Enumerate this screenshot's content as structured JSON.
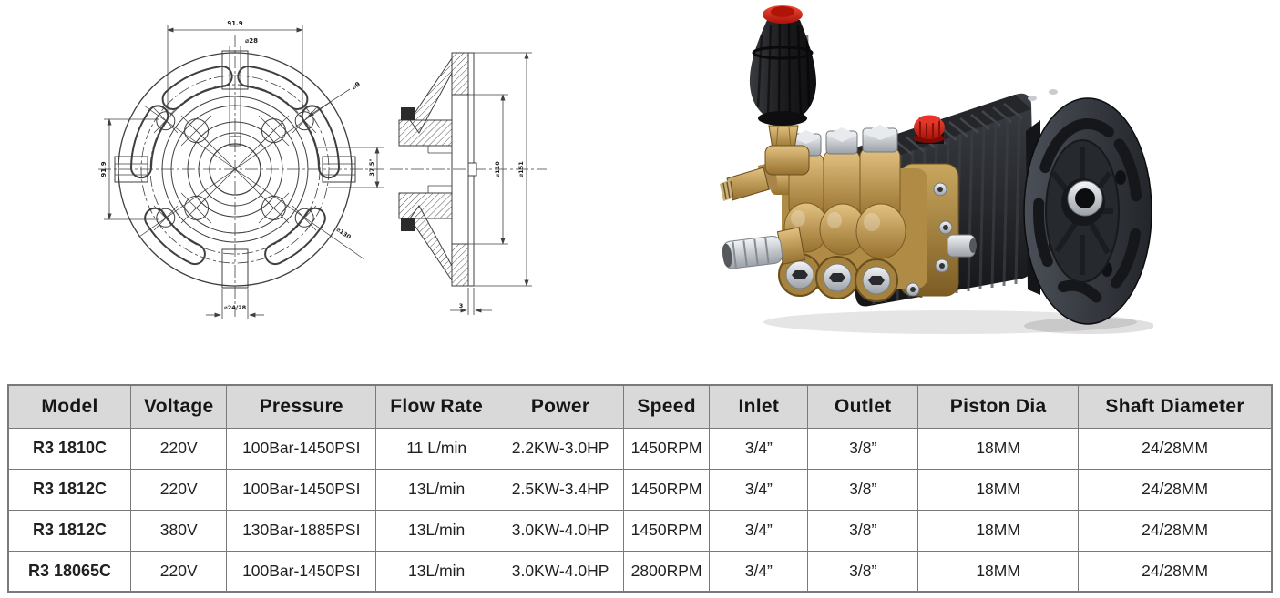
{
  "colors": {
    "table_header_bg": "#d9d9d9",
    "table_border": "#7a7a7a",
    "text": "#1f1f1f",
    "drawing_line": "#3f3f3f",
    "brass": "#c09a58",
    "pump_black": "#1d1f22",
    "flange_gray": "#3c4046",
    "silver": "#c7cbd0",
    "red_cap": "#d52b1f"
  },
  "drawing": {
    "description": "Dimensional drawing of pump bell-housing flange: front view and sectional side view",
    "labels": {
      "span_top": "91.9",
      "key_width": "⌀28",
      "hole_dia": "⌀9",
      "span_left": "91.9",
      "angle": "37.5°",
      "bolt_circle": "⌀130",
      "shaft_bore": "⌀24/28",
      "pilot_dia": "⌀110",
      "flange_dia": "⌀151",
      "face_thickness": "3"
    }
  },
  "photo": {
    "description": "Triplex plunger pump with black finned crankcase, brass manifold head, stainless fittings, red caps and black bell-housing flange"
  },
  "table": {
    "headers": [
      "Model",
      "Voltage",
      "Pressure",
      "Flow Rate",
      "Power",
      "Speed",
      "Inlet",
      "Outlet",
      "Piston Dia",
      "Shaft Diameter"
    ],
    "rows": [
      [
        "R3 1810C",
        "220V",
        "100Bar-1450PSI",
        "11 L/min",
        "2.2KW-3.0HP",
        "1450RPM",
        "3/4”",
        "3/8”",
        "18MM",
        "24/28MM"
      ],
      [
        "R3 1812C",
        "220V",
        "100Bar-1450PSI",
        "13L/min",
        "2.5KW-3.4HP",
        "1450RPM",
        "3/4”",
        "3/8”",
        "18MM",
        "24/28MM"
      ],
      [
        "R3 1812C",
        "380V",
        "130Bar-1885PSI",
        "13L/min",
        "3.0KW-4.0HP",
        "1450RPM",
        "3/4”",
        "3/8”",
        "18MM",
        "24/28MM"
      ],
      [
        "R3 18065C",
        "220V",
        "100Bar-1450PSI",
        "13L/min",
        "3.0KW-4.0HP",
        "2800RPM",
        "3/4”",
        "3/8”",
        "18MM",
        "24/28MM"
      ]
    ]
  }
}
